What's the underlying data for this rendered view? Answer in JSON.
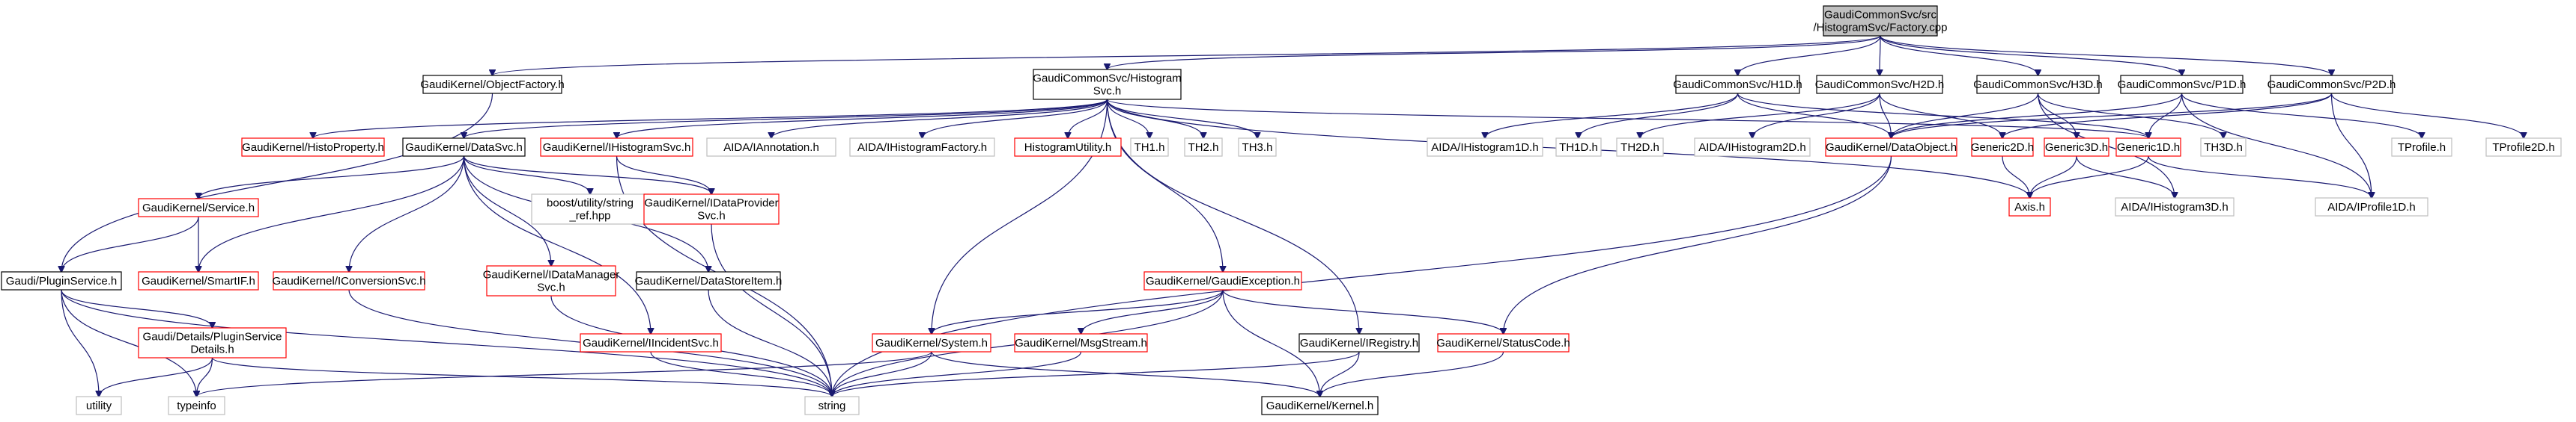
{
  "nodes": [
    {
      "id": "root",
      "lines": [
        "GaudiCommonSvc/src",
        "/HistogramSvc/Factory.cpp"
      ],
      "style": "root"
    },
    {
      "id": "objfactory",
      "lines": [
        "GaudiKernel/ObjectFactory.h"
      ],
      "style": "black"
    },
    {
      "id": "histsvc",
      "lines": [
        "GaudiCommonSvc/Histogram",
        "Svc.h"
      ],
      "style": "black"
    },
    {
      "id": "h1d",
      "lines": [
        "GaudiCommonSvc/H1D.h"
      ],
      "style": "black"
    },
    {
      "id": "h2d",
      "lines": [
        "GaudiCommonSvc/H2D.h"
      ],
      "style": "black"
    },
    {
      "id": "h3d",
      "lines": [
        "GaudiCommonSvc/H3D.h"
      ],
      "style": "black"
    },
    {
      "id": "p1d",
      "lines": [
        "GaudiCommonSvc/P1D.h"
      ],
      "style": "black"
    },
    {
      "id": "p2d",
      "lines": [
        "GaudiCommonSvc/P2D.h"
      ],
      "style": "black"
    },
    {
      "id": "histoprop",
      "lines": [
        "GaudiKernel/HistoProperty.h"
      ],
      "style": "red"
    },
    {
      "id": "datasvc",
      "lines": [
        "GaudiKernel/DataSvc.h"
      ],
      "style": "black"
    },
    {
      "id": "ihistsvc",
      "lines": [
        "GaudiKernel/IHistogramSvc.h"
      ],
      "style": "red"
    },
    {
      "id": "aidaannot",
      "lines": [
        "AIDA/IAnnotation.h"
      ],
      "style": "grey"
    },
    {
      "id": "aidahistfac",
      "lines": [
        "AIDA/IHistogramFactory.h"
      ],
      "style": "grey"
    },
    {
      "id": "histutil",
      "lines": [
        "HistogramUtility.h"
      ],
      "style": "red"
    },
    {
      "id": "th1",
      "lines": [
        "TH1.h"
      ],
      "style": "grey"
    },
    {
      "id": "th2",
      "lines": [
        "TH2.h"
      ],
      "style": "grey"
    },
    {
      "id": "th3",
      "lines": [
        "TH3.h"
      ],
      "style": "grey"
    },
    {
      "id": "aidah1",
      "lines": [
        "AIDA/IHistogram1D.h"
      ],
      "style": "grey"
    },
    {
      "id": "th1d",
      "lines": [
        "TH1D.h"
      ],
      "style": "grey"
    },
    {
      "id": "th2d",
      "lines": [
        "TH2D.h"
      ],
      "style": "grey"
    },
    {
      "id": "aidah2",
      "lines": [
        "AIDA/IHistogram2D.h"
      ],
      "style": "grey"
    },
    {
      "id": "dataobj",
      "lines": [
        "GaudiKernel/DataObject.h"
      ],
      "style": "red"
    },
    {
      "id": "generic2d",
      "lines": [
        "Generic2D.h"
      ],
      "style": "red"
    },
    {
      "id": "generic3d",
      "lines": [
        "Generic3D.h"
      ],
      "style": "red"
    },
    {
      "id": "generic1d",
      "lines": [
        "Generic1D.h"
      ],
      "style": "red"
    },
    {
      "id": "th3d",
      "lines": [
        "TH3D.h"
      ],
      "style": "grey"
    },
    {
      "id": "tprofile",
      "lines": [
        "TProfile.h"
      ],
      "style": "grey"
    },
    {
      "id": "tprofile2d",
      "lines": [
        "TProfile2D.h"
      ],
      "style": "grey"
    },
    {
      "id": "axis",
      "lines": [
        "Axis.h"
      ],
      "style": "red"
    },
    {
      "id": "aidah3",
      "lines": [
        "AIDA/IHistogram3D.h"
      ],
      "style": "grey"
    },
    {
      "id": "aidap1",
      "lines": [
        "AIDA/IProfile1D.h"
      ],
      "style": "grey"
    },
    {
      "id": "service",
      "lines": [
        "GaudiKernel/Service.h"
      ],
      "style": "red"
    },
    {
      "id": "boostref",
      "lines": [
        "boost/utility/string",
        "_ref.hpp"
      ],
      "style": "grey"
    },
    {
      "id": "idataprov",
      "lines": [
        "GaudiKernel/IDataProvider",
        "Svc.h"
      ],
      "style": "red"
    },
    {
      "id": "plugin",
      "lines": [
        "Gaudi/PluginService.h"
      ],
      "style": "black"
    },
    {
      "id": "smartif",
      "lines": [
        "GaudiKernel/SmartIF.h"
      ],
      "style": "red"
    },
    {
      "id": "iconv",
      "lines": [
        "GaudiKernel/IConversionSvc.h"
      ],
      "style": "red"
    },
    {
      "id": "idatamgr",
      "lines": [
        "GaudiKernel/IDataManager",
        "Svc.h"
      ],
      "style": "red"
    },
    {
      "id": "datastore",
      "lines": [
        "GaudiKernel/DataStoreItem.h"
      ],
      "style": "black"
    },
    {
      "id": "gaudiexc",
      "lines": [
        "GaudiKernel/GaudiException.h"
      ],
      "style": "red"
    },
    {
      "id": "pluginsd",
      "lines": [
        "Gaudi/Details/PluginService",
        "Details.h"
      ],
      "style": "red"
    },
    {
      "id": "iincident",
      "lines": [
        "GaudiKernel/IIncidentSvc.h"
      ],
      "style": "red"
    },
    {
      "id": "system",
      "lines": [
        "GaudiKernel/System.h"
      ],
      "style": "red"
    },
    {
      "id": "msgstream",
      "lines": [
        "GaudiKernel/MsgStream.h"
      ],
      "style": "red"
    },
    {
      "id": "iregistry",
      "lines": [
        "GaudiKernel/IRegistry.h"
      ],
      "style": "black"
    },
    {
      "id": "statuscode",
      "lines": [
        "GaudiKernel/StatusCode.h"
      ],
      "style": "red"
    },
    {
      "id": "utility",
      "lines": [
        "utility"
      ],
      "style": "grey"
    },
    {
      "id": "typeinfo",
      "lines": [
        "typeinfo"
      ],
      "style": "grey"
    },
    {
      "id": "string",
      "lines": [
        "string"
      ],
      "style": "grey"
    },
    {
      "id": "kernel",
      "lines": [
        "GaudiKernel/Kernel.h"
      ],
      "style": "black"
    }
  ],
  "edges": [
    [
      "root",
      "objfactory"
    ],
    [
      "root",
      "histsvc"
    ],
    [
      "root",
      "h1d"
    ],
    [
      "root",
      "h2d"
    ],
    [
      "root",
      "h3d"
    ],
    [
      "root",
      "p1d"
    ],
    [
      "root",
      "p2d"
    ],
    [
      "objfactory",
      "plugin"
    ],
    [
      "histsvc",
      "histoprop"
    ],
    [
      "histsvc",
      "datasvc"
    ],
    [
      "histsvc",
      "ihistsvc"
    ],
    [
      "histsvc",
      "aidaannot"
    ],
    [
      "histsvc",
      "aidahistfac"
    ],
    [
      "histsvc",
      "histutil"
    ],
    [
      "histsvc",
      "th1"
    ],
    [
      "histsvc",
      "th2"
    ],
    [
      "histsvc",
      "th3"
    ],
    [
      "histsvc",
      "axis"
    ],
    [
      "histsvc",
      "system"
    ],
    [
      "histsvc",
      "gaudiexc"
    ],
    [
      "histsvc",
      "iregistry"
    ],
    [
      "histsvc",
      "generic1d"
    ],
    [
      "h1d",
      "aidah1"
    ],
    [
      "h1d",
      "th1d"
    ],
    [
      "h1d",
      "dataobj"
    ],
    [
      "h1d",
      "generic1d"
    ],
    [
      "h2d",
      "th2d"
    ],
    [
      "h2d",
      "aidah2"
    ],
    [
      "h2d",
      "dataobj"
    ],
    [
      "h2d",
      "generic2d"
    ],
    [
      "h3d",
      "dataobj"
    ],
    [
      "h3d",
      "generic3d"
    ],
    [
      "h3d",
      "th3d"
    ],
    [
      "h3d",
      "aidah3"
    ],
    [
      "p1d",
      "dataobj"
    ],
    [
      "p1d",
      "generic1d"
    ],
    [
      "p1d",
      "tprofile"
    ],
    [
      "p1d",
      "aidap1"
    ],
    [
      "p2d",
      "dataobj"
    ],
    [
      "p2d",
      "generic2d"
    ],
    [
      "p2d",
      "tprofile2d"
    ],
    [
      "p2d",
      "aidap1"
    ],
    [
      "datasvc",
      "service"
    ],
    [
      "datasvc",
      "smartif"
    ],
    [
      "datasvc",
      "boostref"
    ],
    [
      "datasvc",
      "idataprov"
    ],
    [
      "datasvc",
      "iconv"
    ],
    [
      "datasvc",
      "idatamgr"
    ],
    [
      "datasvc",
      "datastore"
    ],
    [
      "datasvc",
      "iincident"
    ],
    [
      "ihistsvc",
      "idataprov"
    ],
    [
      "ihistsvc",
      "string"
    ],
    [
      "dataobj",
      "string"
    ],
    [
      "dataobj",
      "statuscode"
    ],
    [
      "generic2d",
      "axis"
    ],
    [
      "generic3d",
      "axis"
    ],
    [
      "generic3d",
      "aidah3"
    ],
    [
      "generic1d",
      "axis"
    ],
    [
      "generic1d",
      "aidap1"
    ],
    [
      "service",
      "plugin"
    ],
    [
      "service",
      "smartif"
    ],
    [
      "idataprov",
      "string"
    ],
    [
      "plugin",
      "utility"
    ],
    [
      "plugin",
      "typeinfo"
    ],
    [
      "plugin",
      "pluginsd"
    ],
    [
      "plugin",
      "string"
    ],
    [
      "pluginsd",
      "typeinfo"
    ],
    [
      "pluginsd",
      "string"
    ],
    [
      "pluginsd",
      "utility"
    ],
    [
      "iconv",
      "string"
    ],
    [
      "idatamgr",
      "string"
    ],
    [
      "datastore",
      "string"
    ],
    [
      "iincident",
      "string"
    ],
    [
      "gaudiexc",
      "system"
    ],
    [
      "gaudiexc",
      "msgstream"
    ],
    [
      "gaudiexc",
      "statuscode"
    ],
    [
      "gaudiexc",
      "string"
    ],
    [
      "gaudiexc",
      "kernel"
    ],
    [
      "system",
      "string"
    ],
    [
      "system",
      "typeinfo"
    ],
    [
      "system",
      "kernel"
    ],
    [
      "msgstream",
      "string"
    ],
    [
      "iregistry",
      "string"
    ],
    [
      "iregistry",
      "kernel"
    ],
    [
      "statuscode",
      "kernel"
    ]
  ]
}
